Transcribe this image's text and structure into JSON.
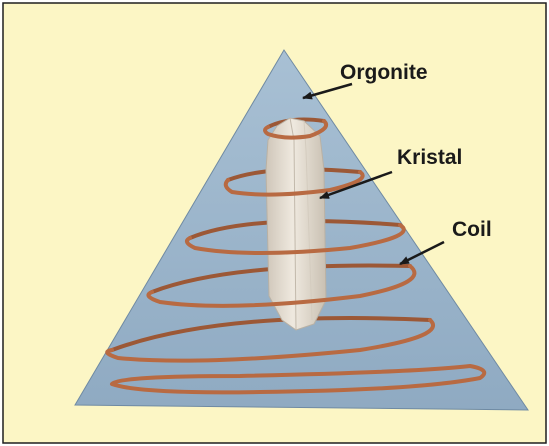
{
  "labels": {
    "orgonite": "Orgonite",
    "kristal": "Kristal",
    "coil": "Coil"
  },
  "colors": {
    "background": "#fcf6c5",
    "frame": "#1e1e1e",
    "pyramid": "#9ab5cc",
    "crystal": "#ddd5c8",
    "coil": "#b86a42",
    "arrow": "#1a1a1a"
  },
  "icons": {
    "pyramid": "triangle-pyramid",
    "crystal": "quartz-crystal",
    "coil": "copper-spiral-coil"
  }
}
